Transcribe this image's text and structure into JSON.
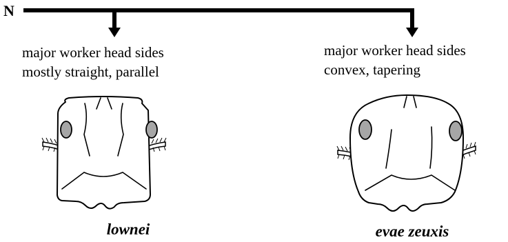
{
  "key": {
    "root_label": "N",
    "branches": [
      {
        "line1": "major worker head sides",
        "line2": "mostly straight, parallel",
        "taxon": "lownei",
        "head_shape": "straight-parallel"
      },
      {
        "line1": "major worker head sides",
        "line2": "convex, tapering",
        "taxon": "evae zeuxis",
        "head_shape": "convex-tapering"
      }
    ]
  },
  "colors": {
    "line": "#000000",
    "eye_fill": "#a6a6a6",
    "background": "#ffffff"
  }
}
